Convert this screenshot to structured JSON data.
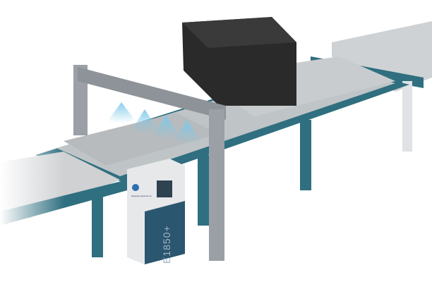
{
  "scene": {
    "description": "Industrial conveyor line with spray bar and controller cabinet",
    "colors": {
      "conveyor_frame": "#2f6f80",
      "uprights": "#9aa0a6",
      "hopper": "#2a2a2a",
      "cabinet_bottom": "#2b5670",
      "spray": "#8fd0ea"
    }
  },
  "cabinet": {
    "model": "E1850+",
    "brand": "Spraying Systems Co."
  }
}
